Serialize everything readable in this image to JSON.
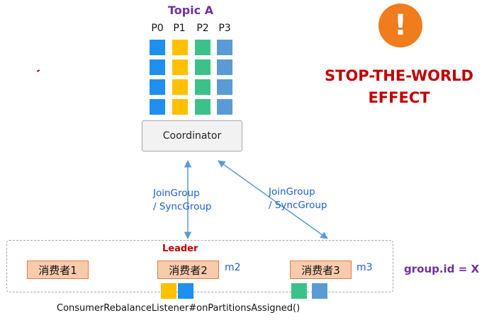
{
  "topic": {
    "title": "Topic A",
    "partitions": [
      "P0",
      "P1",
      "P2",
      "P3"
    ],
    "partition_colors": [
      "#1f8ff0",
      "#ffc000",
      "#3cc18a",
      "#5b9bd5"
    ],
    "rows": 4
  },
  "coordinator": {
    "label": "Coordinator"
  },
  "links": [
    {
      "label_line1": "JoinGroup",
      "label_line2": "/ SyncGroup"
    },
    {
      "label_line1": "JoinGroup",
      "label_line2": "/ SyncGroup"
    }
  ],
  "group": {
    "leader_label": "Leader",
    "consumers": [
      {
        "label": "消费者1",
        "member": ""
      },
      {
        "label": "消费者2",
        "member": "m2",
        "assigned": [
          "#ffc000",
          "#1f8ff0"
        ]
      },
      {
        "label": "消费者3",
        "member": "m3",
        "assigned": [
          "#3cc18a",
          "#5b9bd5"
        ]
      }
    ],
    "group_id": "group.id = X"
  },
  "listener_text": "ConsumerRebalanceListener#onPartitionsAssigned()",
  "warning": {
    "icon": "exclamation-icon",
    "symbol": "!",
    "line1": "STOP-THE-WORLD",
    "line2": "EFFECT",
    "color": "#c00000",
    "icon_color": "#f07c1e"
  },
  "colors": {
    "arrow": "#5b9bd5",
    "link_text": "#2060c8",
    "accent_purple": "#7030a0"
  }
}
